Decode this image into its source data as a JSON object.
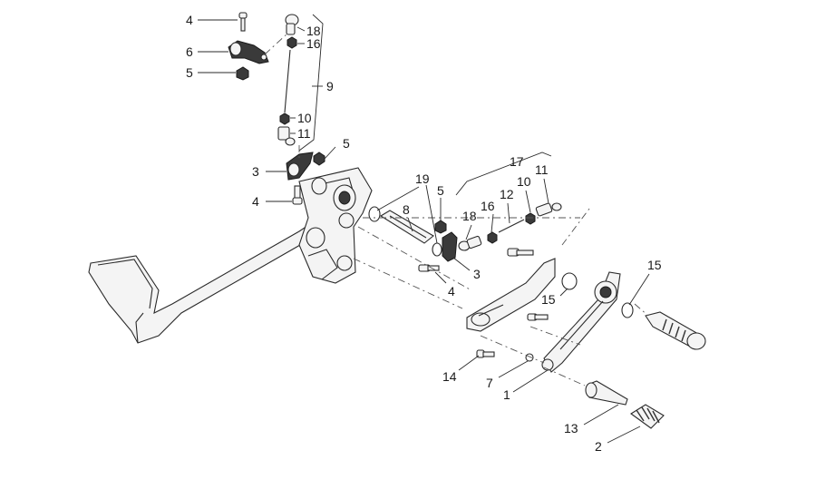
{
  "diagram": {
    "callouts": [
      {
        "id": "c4a",
        "label": "4"
      },
      {
        "id": "c6",
        "label": "6"
      },
      {
        "id": "c5a",
        "label": "5"
      },
      {
        "id": "c18a",
        "label": "18"
      },
      {
        "id": "c16a",
        "label": "16"
      },
      {
        "id": "c9",
        "label": "9"
      },
      {
        "id": "c10a",
        "label": "10"
      },
      {
        "id": "c11a",
        "label": "11"
      },
      {
        "id": "c5b",
        "label": "5"
      },
      {
        "id": "c3a",
        "label": "3"
      },
      {
        "id": "c4b",
        "label": "4"
      },
      {
        "id": "c17",
        "label": "17"
      },
      {
        "id": "c19",
        "label": "19"
      },
      {
        "id": "c5c",
        "label": "5"
      },
      {
        "id": "c8",
        "label": "8"
      },
      {
        "id": "c18b",
        "label": "18"
      },
      {
        "id": "c16b",
        "label": "16"
      },
      {
        "id": "c12",
        "label": "12"
      },
      {
        "id": "c10b",
        "label": "10"
      },
      {
        "id": "c11b",
        "label": "11"
      },
      {
        "id": "c3b",
        "label": "3"
      },
      {
        "id": "c4c",
        "label": "4"
      },
      {
        "id": "c15a",
        "label": "15"
      },
      {
        "id": "c15b",
        "label": "15"
      },
      {
        "id": "c14",
        "label": "14"
      },
      {
        "id": "c7",
        "label": "7"
      },
      {
        "id": "c1",
        "label": "1"
      },
      {
        "id": "c13",
        "label": "13"
      },
      {
        "id": "c2",
        "label": "2"
      }
    ]
  }
}
